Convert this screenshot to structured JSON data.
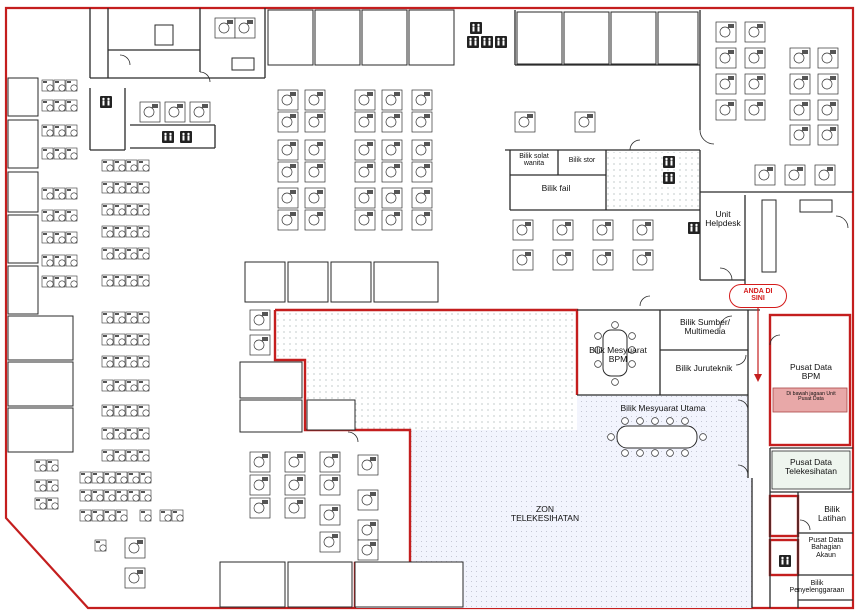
{
  "labels": {
    "bilik_solat_wanita": "Bilik solat\nwanita",
    "bilik_stor": "Bilik stor",
    "bilik_fail": "Bilik fail",
    "unit_helpdesk": "Unit\nHelpdesk",
    "anda_di_sini": "ANDA DI\nSINI",
    "bilik_sumber_multimedia": "Bilik Sumber/\nMultimedia",
    "bilik_mesyuarat_bpm": "Bilik Mesyuarat\nBPM",
    "bilik_juruteknik": "Bilik Juruteknik",
    "pusat_data_bpm": "Pusat Data\nBPM",
    "pusat_data_note": "Di bawah jagaan Unit\nPusat Data",
    "bilik_mesyuarat_utama": "Bilik Mesyuarat Utama",
    "pusat_data_telekesihatan": "Pusat Data\nTelekesihatan",
    "zon_telekesihatan": "ZON\nTELEKESIHATAN",
    "bilik_latihan": "Bilik\nLatihan",
    "pusat_data_bahagian_akaun": "Pusat Data\nBahagian\nAkaun",
    "bilik_penyelenggaraan": "Bilik\nPenyelenggaraan"
  },
  "colors": {
    "wall": "#2a2a2a",
    "highlight_border": "#c41e1e",
    "zone_fill": "#e9eef7",
    "meeting_fill": "#ffffff",
    "pusat_data_fill": "#e8a8a8",
    "hatch_fill": "#f1f5f1"
  }
}
